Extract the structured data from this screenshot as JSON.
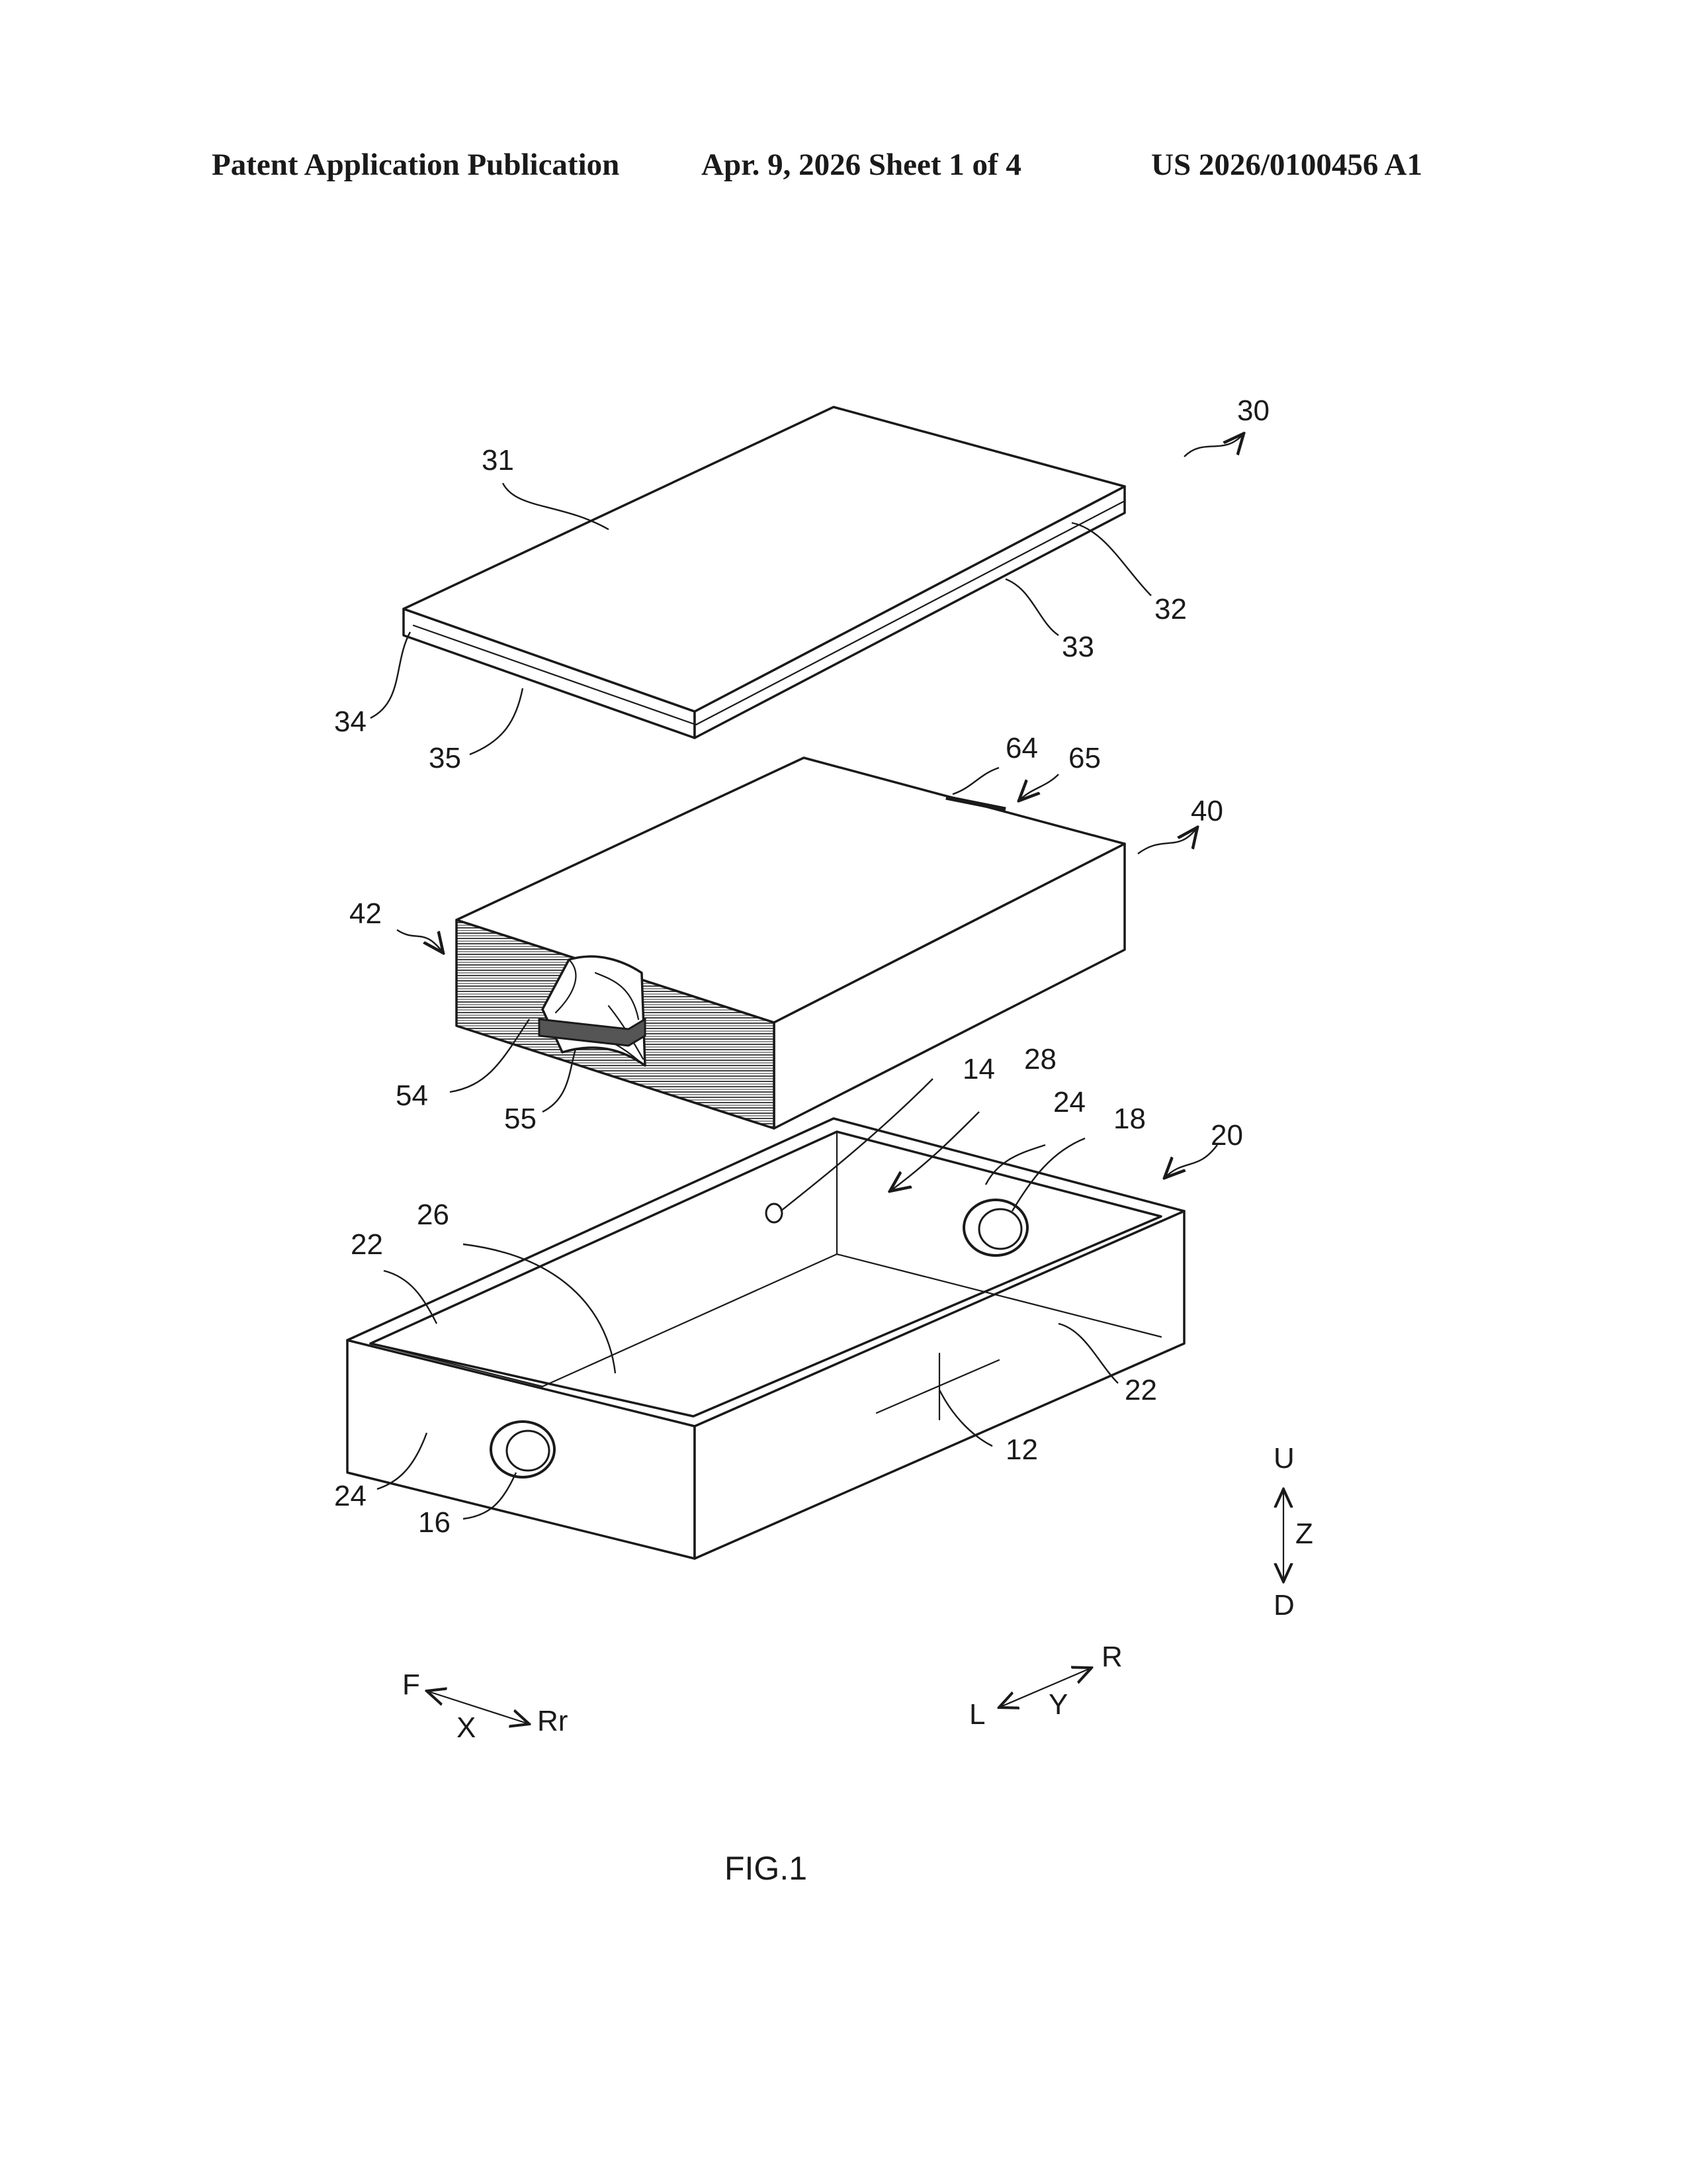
{
  "header": {
    "left": "Patent Application Publication",
    "date_sheet": "Apr. 9, 2026   Sheet 1 of 4",
    "number": "US 2026/0100456 A1"
  },
  "figure": {
    "caption": "FIG.1",
    "labels": {
      "l30": "30",
      "l31": "31",
      "l32": "32",
      "l33": "33",
      "l34": "34",
      "l35": "35",
      "l40": "40",
      "l42": "42",
      "l54": "54",
      "l55": "55",
      "l64": "64",
      "l65": "65",
      "l20": "20",
      "l14": "14",
      "l28": "28",
      "l24a": "24",
      "l18": "18",
      "l26": "26",
      "l22a": "22",
      "l22b": "22",
      "l12": "12",
      "l24b": "24",
      "l16": "16"
    },
    "axes": {
      "up": "U",
      "down": "D",
      "z": "Z",
      "front": "F",
      "rear": "Rr",
      "x": "X",
      "right": "R",
      "left": "L",
      "y": "Y"
    }
  }
}
